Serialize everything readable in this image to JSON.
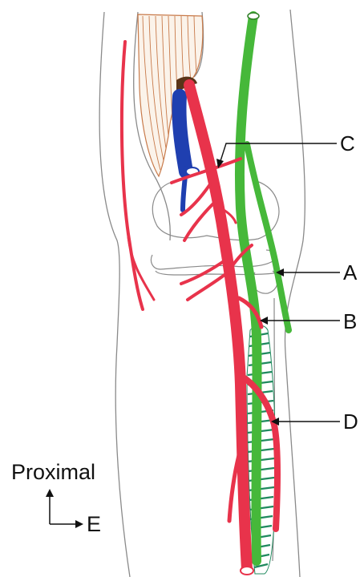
{
  "labels": {
    "a": "A",
    "b": "B",
    "c": "C",
    "d": "D"
  },
  "orientation": {
    "proximal": "Proximal",
    "e": "E"
  },
  "colors": {
    "artery": "#e8334b",
    "vein": "#1f3fb0",
    "nerve": "#46b83a",
    "muscle": "#c87a4a",
    "outline": "#8a8a8a"
  }
}
